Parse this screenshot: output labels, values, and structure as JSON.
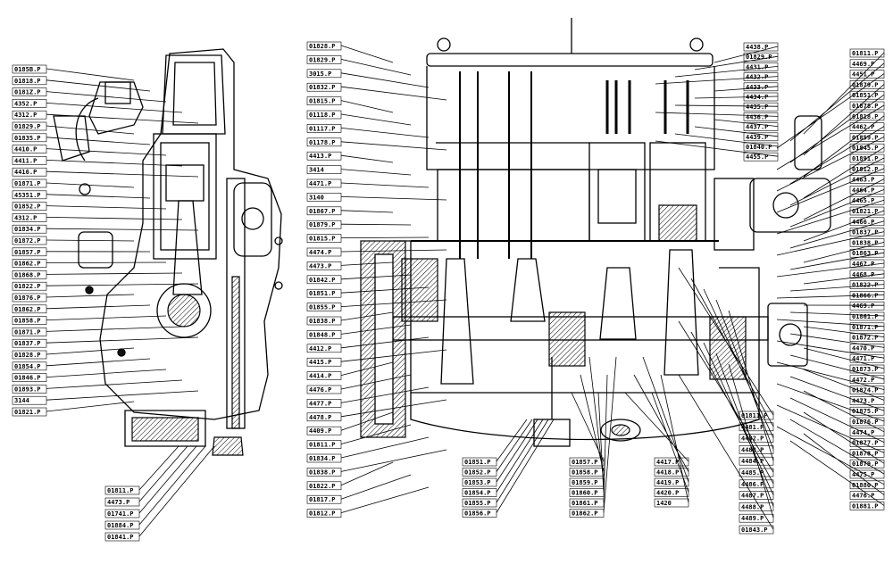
{
  "diagram": {
    "kind": "engine-cross-section-exploded",
    "colors": {
      "ink": "#000000",
      "paper": "#ffffff"
    },
    "labels": {
      "left_column": [
        "0185B.P",
        "01818.P",
        "0181Z.P",
        "4352.P",
        "4312.P",
        "01829.P",
        "01835.P",
        "4410.P",
        "4411.P",
        "4416.P",
        "01871.P",
        "45351.P",
        "01852.P",
        "4312.P",
        "01834.P",
        "01872.P",
        "01857.P",
        "01862.P",
        "01868.P",
        "01822.P",
        "01876.P",
        "01862.P",
        "01858.P",
        "01871.P",
        "01837.P",
        "01828.P",
        "01854.P",
        "01846.P",
        "01893.P",
        "3144",
        "01821.P"
      ],
      "left_bottom": [
        "01811.P",
        "4473.P",
        "01741.P",
        "01884.P",
        "01841.P"
      ],
      "mid_column": [
        "01828.P",
        "01829.P",
        "3015.P",
        "01832.P",
        "01815.P",
        "01118.P",
        "01117.P",
        "01178.P",
        "4413.P",
        "3414",
        "4471.P",
        "3140",
        "01867.P",
        "01879.P",
        "01815.P",
        "4474.P",
        "4473.P",
        "01842.P",
        "01851.P",
        "01855.P",
        "01838.P",
        "01848.P",
        "4412.P",
        "4415.P",
        "4414.P",
        "4476.P",
        "4477.P",
        "4478.P",
        "4409.P",
        "01811.P",
        "01834.P",
        "01838.P",
        "01822.P",
        "01817.P",
        "01812.P"
      ],
      "bottom_center": [
        "01851.P",
        "01852.P",
        "01853.P",
        "01854.P",
        "01855.P",
        "01856.P",
        "01857.P",
        "01858.P",
        "01859.P",
        "01860.P",
        "01861.P",
        "01862.P",
        "4417.P",
        "4418.P",
        "4419.P",
        "4420.P",
        "1420"
      ],
      "right_upper": [
        "4438.P",
        "01829.P",
        "4431.P",
        "4432.P",
        "4433.P",
        "4434.P",
        "4435.P",
        "4436.P",
        "4437.P",
        "4439.P",
        "01840.P",
        "4455.P"
      ],
      "right_lower": [
        "01811.P",
        "4481.P",
        "4482.P",
        "4483.P",
        "4484.P",
        "4485.P",
        "4486.P",
        "4487.P",
        "4488.P",
        "4489.P",
        "01843.P"
      ],
      "far_right": [
        "01811.P",
        "4469.P",
        "4451.P",
        "01879.P",
        "01851.P",
        "01878.P",
        "01818.P",
        "4462.P",
        "01859.P",
        "01845.P",
        "01891.P",
        "01812.P",
        "4463.P",
        "4464.P",
        "4465.P",
        "01821.P",
        "4466.P",
        "01837.P",
        "01838.P",
        "01863.P",
        "4467.P",
        "4468.P",
        "01822.P",
        "01866.P",
        "4469.P",
        "01861.P",
        "01871.P",
        "01872.P",
        "4470.P",
        "4471.P",
        "01873.P",
        "4472.P",
        "01874.P",
        "4473.P",
        "01875.P",
        "01876.P",
        "4474.P",
        "01877.P",
        "01878.P",
        "01879.P",
        "4475.P",
        "01880.P",
        "4476.P",
        "01881.P"
      ]
    }
  }
}
